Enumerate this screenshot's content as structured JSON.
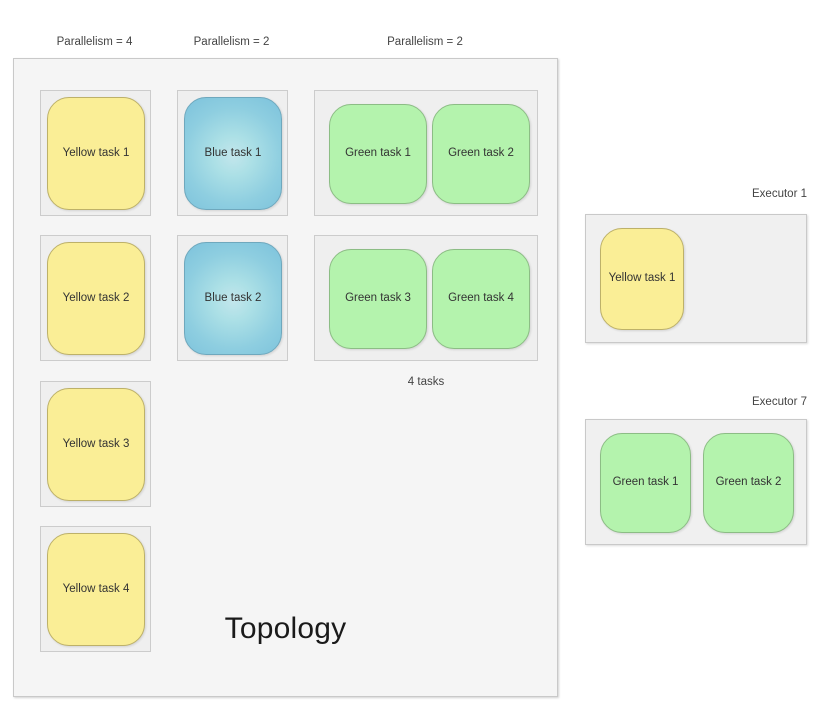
{
  "diagram": {
    "title": "Topology",
    "columns": [
      {
        "id": "yellow-column",
        "parallelism_label": "Parallelism = 4"
      },
      {
        "id": "blue-column",
        "parallelism_label": "Parallelism = 2"
      },
      {
        "id": "green-column",
        "parallelism_label": "Parallelism = 2"
      }
    ],
    "tasks_caption": "4 tasks",
    "colors": {
      "yellow": "#faee96",
      "yellow_border": "#bdb169",
      "green": "#b4f3ad",
      "green_border": "#8cbd85",
      "blue_center": "#ace0e6",
      "blue_edge": "#7cc2dc",
      "blue_border": "#6fa8bd",
      "panel_background": "#f5f5f5",
      "panel_border": "#c9c9c9",
      "wrapper_background": "#efefef"
    },
    "yellow_tasks": [
      {
        "label": "Yellow task 1"
      },
      {
        "label": "Yellow task 2"
      },
      {
        "label": "Yellow task 3"
      },
      {
        "label": "Yellow task 4"
      }
    ],
    "blue_tasks": [
      {
        "label": "Blue task 1"
      },
      {
        "label": "Blue task 2"
      }
    ],
    "green_groups": [
      {
        "tasks": [
          {
            "label": "Green task 1"
          },
          {
            "label": "Green task 2"
          }
        ]
      },
      {
        "tasks": [
          {
            "label": "Green task 3"
          },
          {
            "label": "Green task 4"
          }
        ]
      }
    ]
  },
  "executors": [
    {
      "label": "Executor 1",
      "tasks": [
        {
          "label": "Yellow task 1",
          "color": "yellow"
        }
      ]
    },
    {
      "label": "Executor 7",
      "tasks": [
        {
          "label": "Green task 1",
          "color": "green"
        },
        {
          "label": "Green task 2",
          "color": "green"
        }
      ]
    }
  ]
}
